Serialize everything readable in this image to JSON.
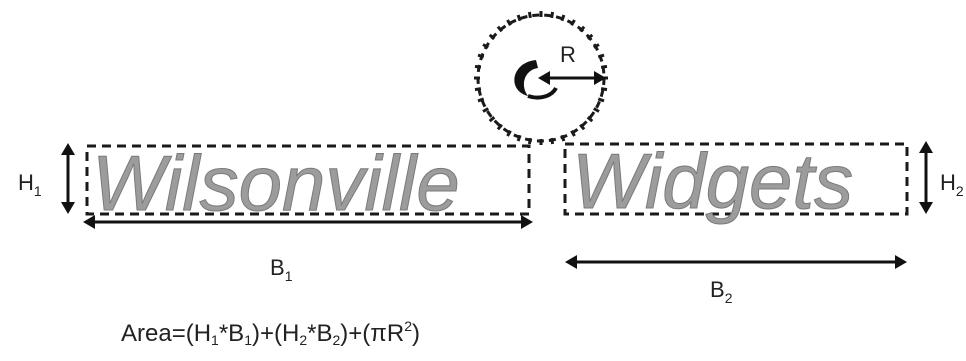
{
  "logo": {
    "word_left": "Wilsonville",
    "word_right": "Widgets",
    "text_color": "#9c9c9c"
  },
  "labels": {
    "h1": "H",
    "h1_sub": "1",
    "h2": "H",
    "h2_sub": "2",
    "b1": "B",
    "b1_sub": "1",
    "b2": "B",
    "b2_sub": "2",
    "r": "R"
  },
  "formula": {
    "prefix": "Area=(H",
    "s1": "1",
    "t1": "*B",
    "s2": "1",
    "t2": ")+(H",
    "s3": "2",
    "t3": "*B",
    "s4": "2",
    "t4": ")+(πR",
    "sup": "2",
    "t5": ")"
  },
  "icons": [
    "gear-icon",
    "dimension-arrow-icon"
  ]
}
